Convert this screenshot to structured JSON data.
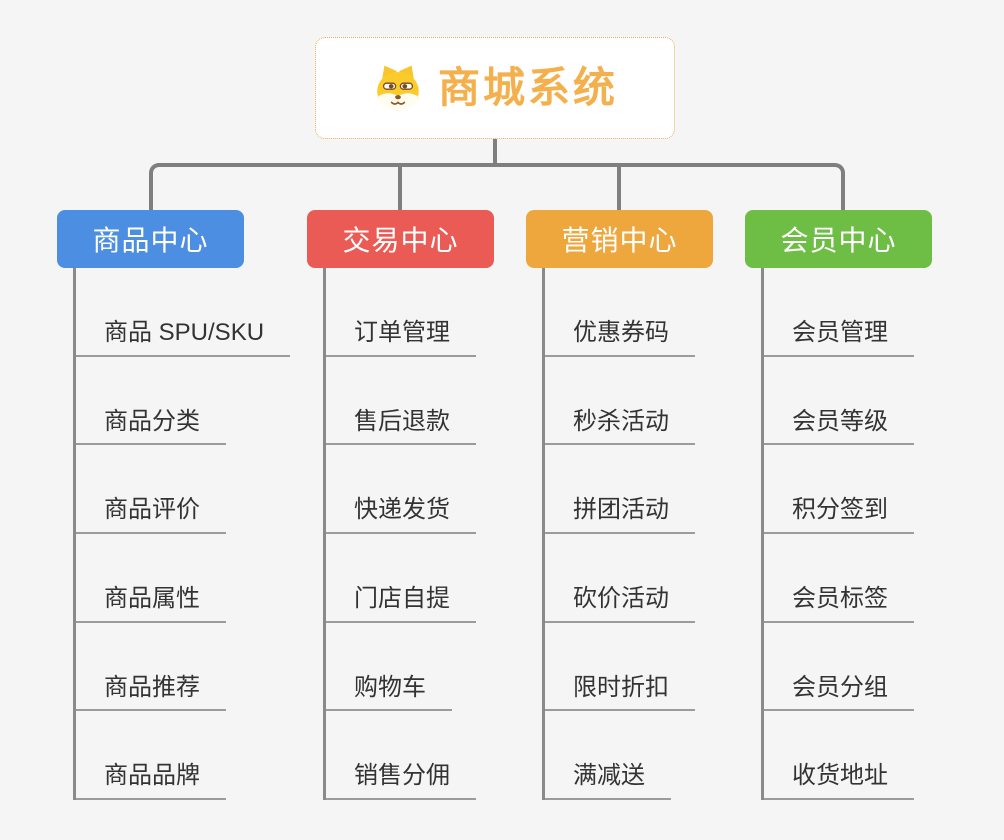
{
  "root": {
    "title": "商城系统",
    "icon": "dog-face-icon"
  },
  "branches": [
    {
      "label": "商品中心",
      "color": "#4c8fe2",
      "items": [
        "商品 SPU/SKU",
        "商品分类",
        "商品评价",
        "商品属性",
        "商品推荐",
        "商品品牌"
      ]
    },
    {
      "label": "交易中心",
      "color": "#ea5b55",
      "items": [
        "订单管理",
        "售后退款",
        "快递发货",
        "门店自提",
        "购物车",
        "销售分佣"
      ]
    },
    {
      "label": "营销中心",
      "color": "#eda73d",
      "items": [
        "优惠券码",
        "秒杀活动",
        "拼团活动",
        "砍价活动",
        "限时折扣",
        "满减送"
      ]
    },
    {
      "label": "会员中心",
      "color": "#6ebe46",
      "items": [
        "会员管理",
        "会员等级",
        "积分签到",
        "会员标签",
        "会员分组",
        "收货地址"
      ]
    }
  ],
  "colors": {
    "background": "#f5f5f6",
    "root_accent": "#f4b04c",
    "root_border": "#edaa4e",
    "connector": "#7f7f7f",
    "leaf_underline": "#9b9b9b",
    "leaf_text": "#333333"
  }
}
